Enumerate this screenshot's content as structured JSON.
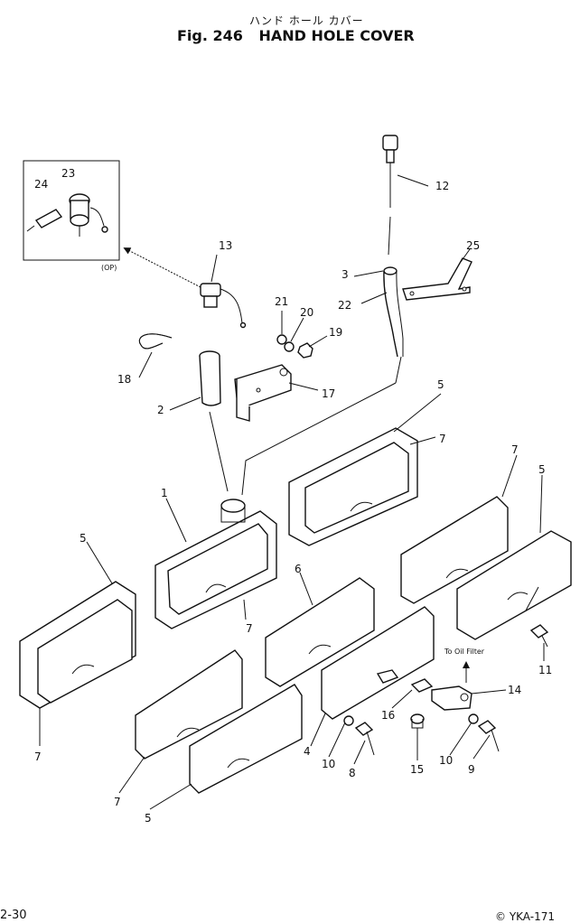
{
  "header": {
    "japanese_title": "ハンド ホール カバー",
    "fig_label": "Fig. 246",
    "title": "HAND HOLE COVER"
  },
  "callouts": {
    "c1": "1",
    "c2": "2",
    "c3": "3",
    "c4": "4",
    "c5a": "5",
    "c5b": "5",
    "c5c": "5",
    "c5d": "5",
    "c6": "6",
    "c7a": "7",
    "c7b": "7",
    "c7c": "7",
    "c7d": "7",
    "c7e": "7",
    "c8": "8",
    "c9": "9",
    "c10a": "10",
    "c10b": "10",
    "c11": "11",
    "c12": "12",
    "c13": "13",
    "c14": "14",
    "c15": "15",
    "c16": "16",
    "c17": "17",
    "c18": "18",
    "c19": "19",
    "c20": "20",
    "c21": "21",
    "c22": "22",
    "c23": "23",
    "c24": "24",
    "c25": "25"
  },
  "notes": {
    "option": "(OP)",
    "to_oil_filter": "To Oil Filter"
  },
  "footer": {
    "page": "2-30",
    "code": "© YKA-171"
  }
}
